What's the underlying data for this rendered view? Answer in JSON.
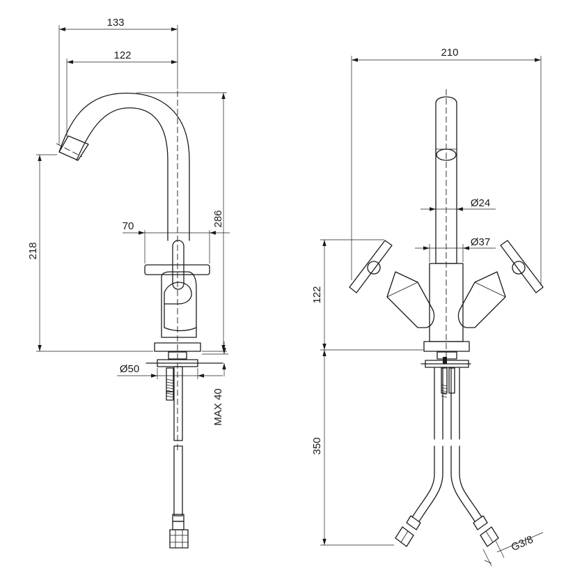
{
  "side_view": {
    "width_133": "133",
    "width_122": "122",
    "height_218": "218",
    "height_286": "286",
    "handle_70": "70",
    "dia_50": "Ø50",
    "max_40": "MAX 40"
  },
  "front_view": {
    "width_210": "210",
    "dia_24": "Ø24",
    "dia_37": "Ø37",
    "height_122": "122",
    "hose_350": "350",
    "thread_g38": "G3/8"
  }
}
